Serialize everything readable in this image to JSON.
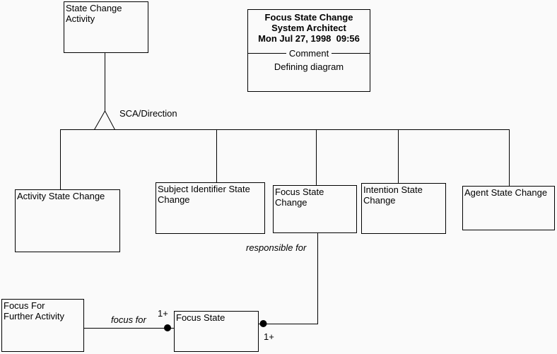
{
  "diagram": {
    "nodes": {
      "state_change_activity": {
        "label": "State Change\nActivity"
      },
      "activity_state_change": {
        "label": "Activity State Change"
      },
      "subject_identifier_state_change": {
        "label": "Subject Identifier State\nChange"
      },
      "focus_state_change": {
        "label": "Focus State\nChange"
      },
      "intention_state_change": {
        "label": "Intention State\nChange"
      },
      "agent_state_change": {
        "label": "Agent State Change"
      },
      "focus_for_further_activity": {
        "label": "Focus For\nFurther Activity"
      },
      "focus_state": {
        "label": "Focus State"
      }
    },
    "title_box": {
      "diagram_name": "Focus State Change",
      "tool_name": "System Architect",
      "timestamp": "Mon Jul 27, 1998  09:56",
      "comment_heading": "Comment",
      "comment_text": "Defining diagram"
    },
    "edge_labels": {
      "decomposition": "SCA/Direction",
      "responsible_for": "responsible for",
      "focus_for": "focus for",
      "focus_for_cardinality": "1+",
      "responsible_for_cardinality": "1+"
    },
    "colors": {
      "background": "#fafafa",
      "line": "#000000",
      "text": "#000000"
    }
  }
}
